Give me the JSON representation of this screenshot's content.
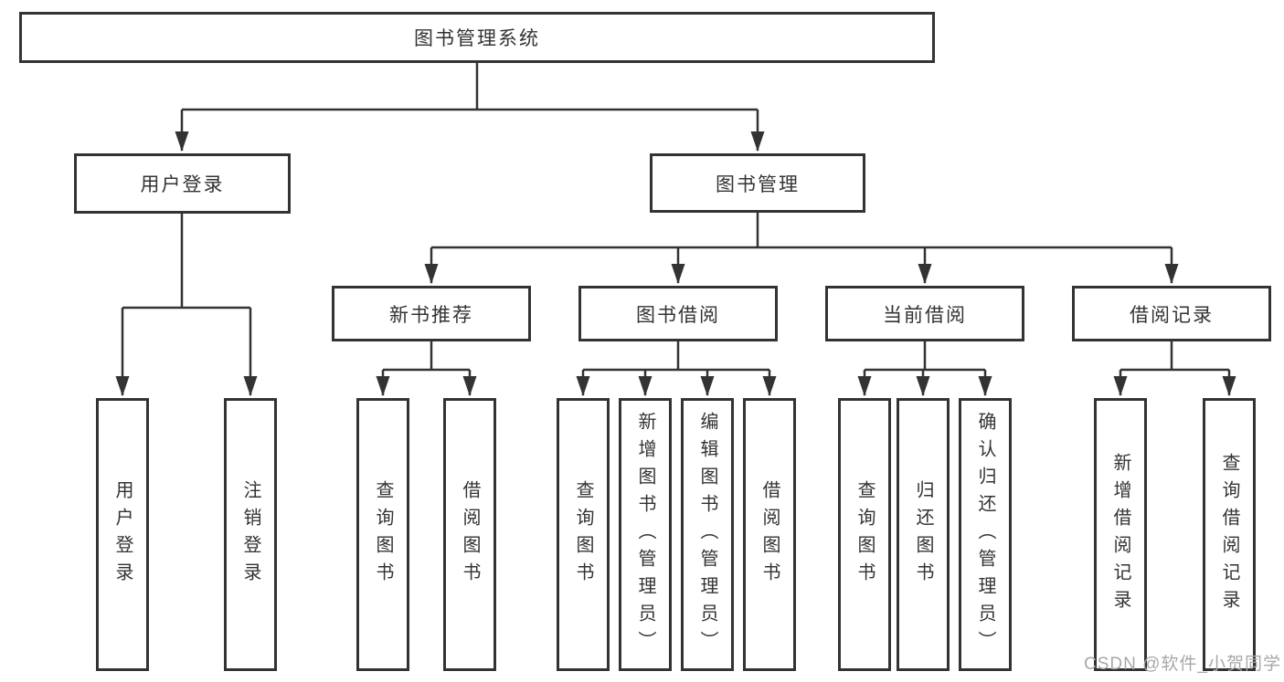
{
  "colors": {
    "line": "#333333",
    "box_border": "#333333",
    "text": "#333333",
    "background": "#ffffff",
    "watermark": "#a8a8a8"
  },
  "watermark": "CSDN @软件_小贺同学",
  "nodes": {
    "root": "图书管理系统",
    "l2_user_login": "用户登录",
    "l2_book_mgmt": "图书管理",
    "l3_new_books": "新书推荐",
    "l3_borrow": "图书借阅",
    "l3_current": "当前借阅",
    "l3_records": "借阅记录",
    "leaf_user_login": "用户登录",
    "leaf_logout": "注销登录",
    "leaf_nb_query": "查询图书",
    "leaf_nb_borrow": "借阅图书",
    "leaf_bb_query": "查询图书",
    "leaf_bb_add": "新增图书（管理员）",
    "leaf_bb_edit": "编辑图书（管理员）",
    "leaf_bb_borrow": "借阅图书",
    "leaf_cb_query": "查询图书",
    "leaf_cb_return": "归还图书",
    "leaf_cb_confirm": "确认归还（管理员）",
    "leaf_br_add": "新增借阅记录",
    "leaf_br_query": "查询借阅记录"
  },
  "hierarchy": {
    "图书管理系统": {
      "用户登录": [
        "用户登录",
        "注销登录"
      ],
      "图书管理": {
        "新书推荐": [
          "查询图书",
          "借阅图书"
        ],
        "图书借阅": [
          "查询图书",
          "新增图书（管理员）",
          "编辑图书（管理员）",
          "借阅图书"
        ],
        "当前借阅": [
          "查询图书",
          "归还图书",
          "确认归还（管理员）"
        ],
        "借阅记录": [
          "新增借阅记录",
          "查询借阅记录"
        ]
      }
    }
  }
}
